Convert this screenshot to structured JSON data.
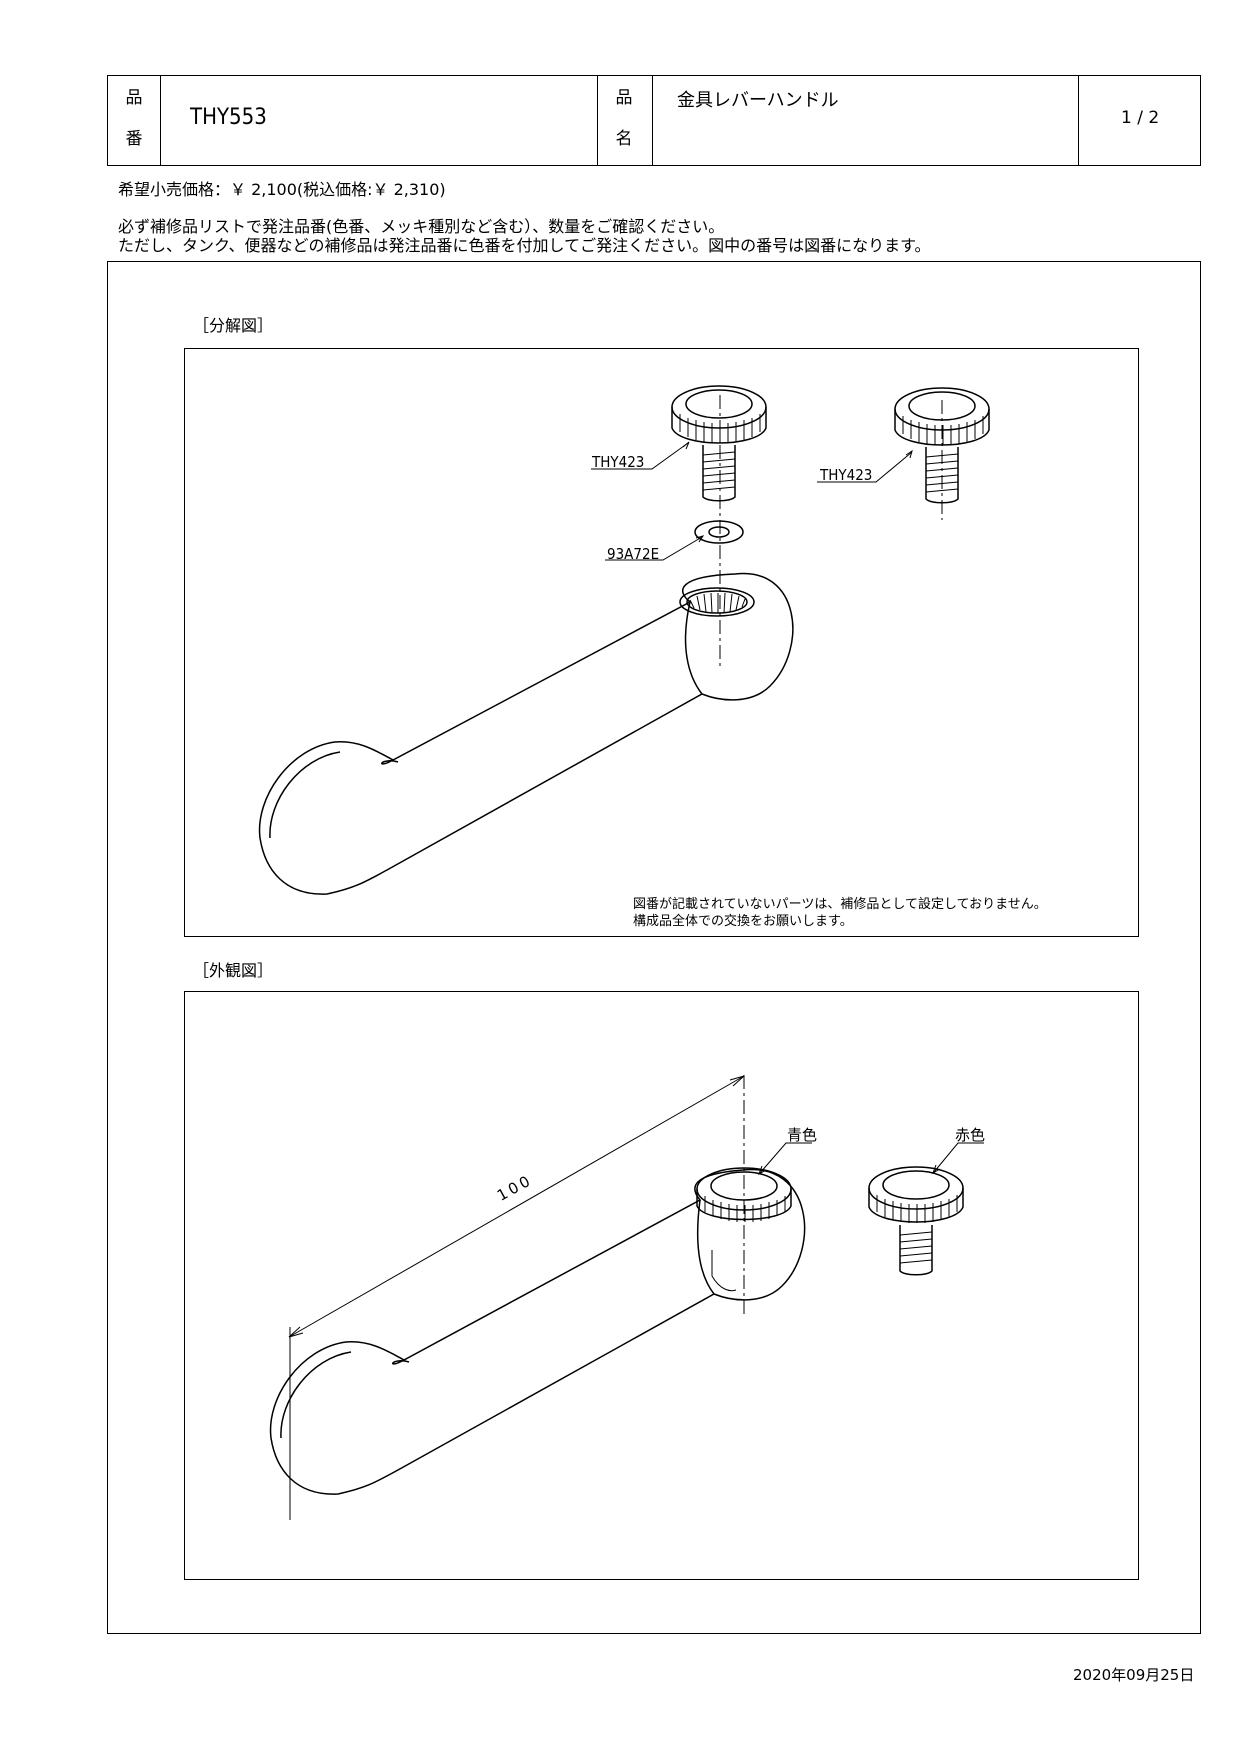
{
  "header": {
    "part_no_label_1": "品",
    "part_no_label_2": "番",
    "part_no": "THY553",
    "part_name_label_1": "品",
    "part_name_label_2": "名",
    "part_name": "金具レバーハンドル",
    "page": "1 / 2"
  },
  "price": "希望小売価格：￥ 2,100(税込価格:￥ 2,310)",
  "notice": {
    "line1": "必ず補修品リストで発注品番(色番、メッキ種別など含む）、数量をご確認ください。",
    "line2": "ただし、タンク、便器などの補修品は発注品番に色番を付加してご発注ください。図中の番号は図番になります。"
  },
  "exploded": {
    "title": "［分解図］",
    "labels": {
      "cap_left": "THY423",
      "cap_right": "THY423",
      "washer": "93A72E"
    },
    "note_line1": "図番が記載されていないパーツは、補修品として設定しておりません。",
    "note_line2": "構成品全体での交換をお願いします。"
  },
  "external": {
    "title": "［外観図］",
    "dimension": "100",
    "color_blue": "青色",
    "color_red": "赤色"
  },
  "date": "2020年09月25日"
}
